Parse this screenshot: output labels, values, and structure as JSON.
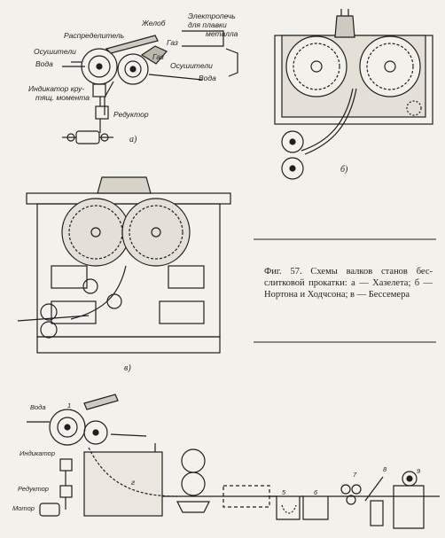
{
  "caption": "Фиг. 57. Схемы валков станов бес-слитковой прокатки: а — Хазелета; б — Нортона и Ходчсона; в — Бессемера",
  "panel_a": {
    "label_dist": "Распределитель",
    "label_trough": "Желоб",
    "label_furnace1": "Электропечь",
    "label_furnace2": "для плавки",
    "label_metal": "металла",
    "label_gas1": "Газ",
    "label_gas2": "Газ",
    "label_dryers_left": "Осушители",
    "label_dryers_right": "Осушители",
    "label_water_left": "Вода",
    "label_water_right": "Вода",
    "label_indicator1": "Индикатор кру-",
    "label_indicator2": "тящ. момента",
    "label_reducer": "Редуктор",
    "sub": "а)"
  },
  "panel_b": {
    "sub": "б)"
  },
  "panel_c": {
    "sub": "в)"
  },
  "panel_d": {
    "label_water": "Вода",
    "label_indicator": "Индикатор",
    "label_reducer": "Редуктор",
    "label_motor": "Мотор",
    "label_g": "г",
    "num1": "1",
    "num5": "5",
    "num6": "6",
    "num7": "7",
    "num8": "8",
    "num9": "9"
  }
}
